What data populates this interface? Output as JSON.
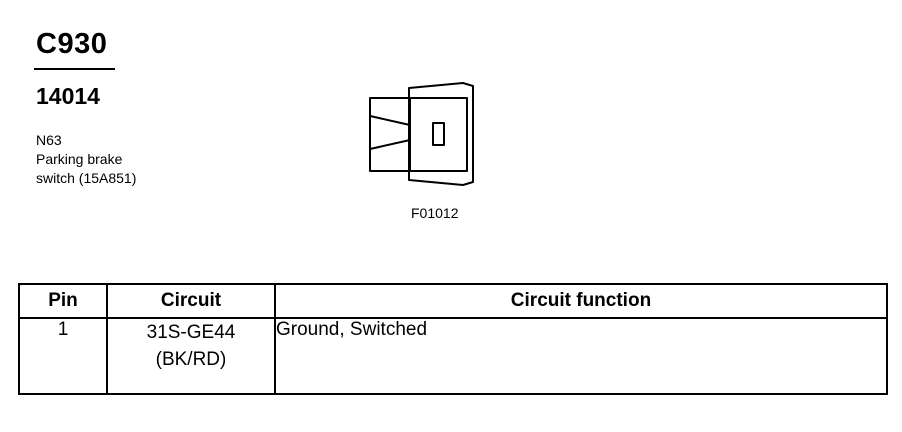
{
  "connector": {
    "id": "C930",
    "part_number": "14014",
    "component_code": "N63",
    "component_name_line1": "Parking brake",
    "component_name_line2": "switch (15A851)",
    "figure_code": "F01012"
  },
  "pin_table": {
    "headers": {
      "pin": "Pin",
      "circuit": "Circuit",
      "function": "Circuit function"
    },
    "rows": [
      {
        "pin": "1",
        "circuit_code": "31S-GE44",
        "circuit_color": "(BK/RD)",
        "function": "Ground, Switched"
      }
    ]
  }
}
